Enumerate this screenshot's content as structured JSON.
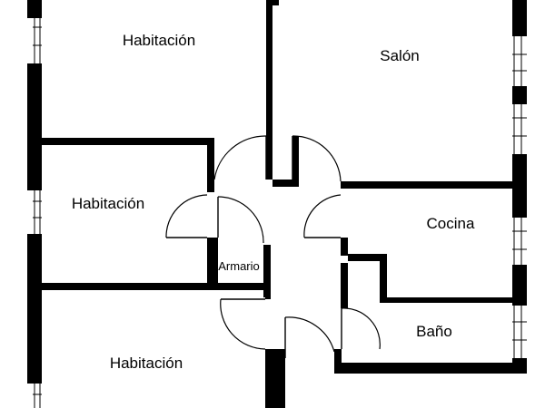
{
  "rooms": {
    "habitacion_top": "Habitación",
    "salon": "Salón",
    "habitacion_mid": "Habitación",
    "cocina": "Cocina",
    "armario": "Armario",
    "bano": "Baño",
    "habitacion_bottom": "Habitación"
  },
  "colors": {
    "wall": "#000000",
    "background": "#ffffff"
  }
}
